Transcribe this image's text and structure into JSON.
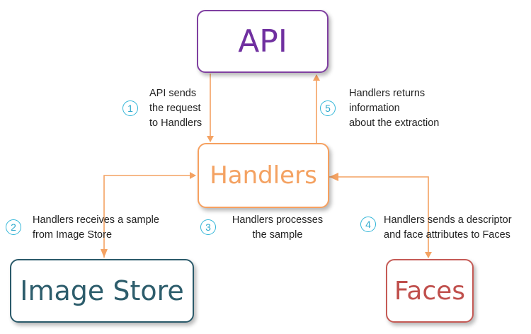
{
  "boxes": {
    "api": "API",
    "handlers": "Handlers",
    "image_store": "Image Store",
    "faces": "Faces"
  },
  "steps": [
    {
      "number": "1",
      "lines": [
        "API sends",
        "the request",
        "to Handlers"
      ]
    },
    {
      "number": "2",
      "lines": [
        "Handlers receives a sample",
        "from Image Store"
      ]
    },
    {
      "number": "3",
      "lines": [
        "Handlers processes",
        "the sample"
      ]
    },
    {
      "number": "4",
      "lines": [
        "Handlers sends a descriptor",
        "and face attributes to Faces"
      ]
    },
    {
      "number": "5",
      "lines": [
        "Handlers returns",
        "information",
        "about the extraction"
      ]
    }
  ],
  "colors": {
    "api": "#7030a0",
    "handlers": "#f4a262",
    "image_store": "#2d5d6c",
    "faces": "#c0504d",
    "arrow": "#f4a262",
    "step_circle": "#33b6d8"
  }
}
